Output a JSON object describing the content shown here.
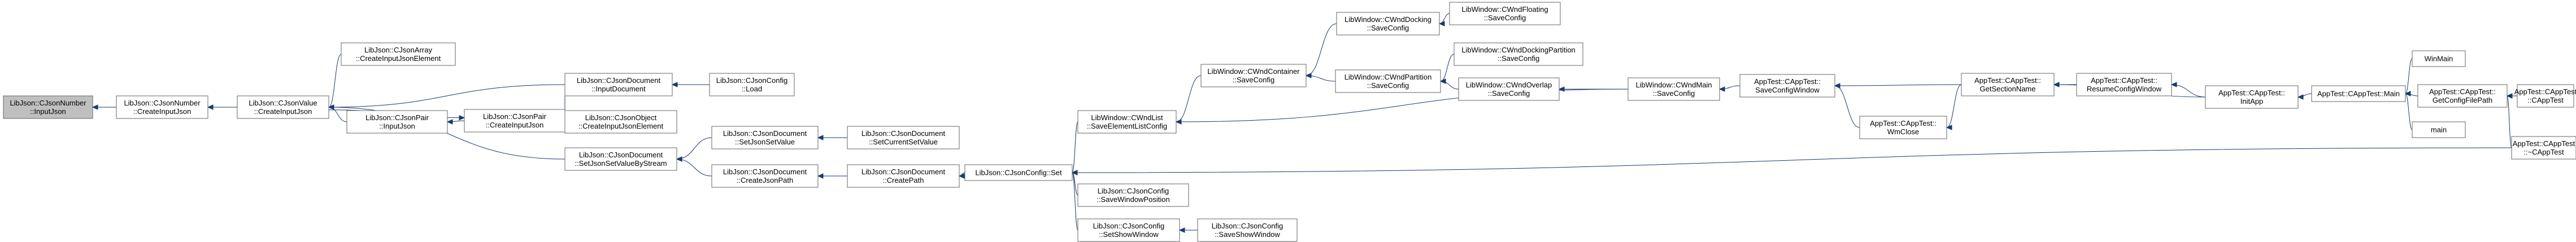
{
  "nodes": [
    {
      "id": "n1",
      "lines": [
        "LibJson::CJsonNumber",
        "::InputJson"
      ],
      "root": true
    },
    {
      "id": "n2",
      "lines": [
        "LibJson::CJsonNumber",
        "::CreateInputJson"
      ]
    },
    {
      "id": "n3",
      "lines": [
        "LibJson::CJsonValue",
        "::CreateInputJson"
      ]
    },
    {
      "id": "n4",
      "lines": [
        "LibJson::CJsonArray",
        "::CreateInputJsonElement"
      ]
    },
    {
      "id": "n5",
      "lines": [
        "LibJson::CJsonDocument",
        "::InputDocument"
      ]
    },
    {
      "id": "n6",
      "lines": [
        "LibJson::CJsonConfig",
        "::Load"
      ]
    },
    {
      "id": "n7",
      "lines": [
        "LibJson::CJsonPair",
        "::InputJson"
      ]
    },
    {
      "id": "n8",
      "lines": [
        "LibJson::CJsonPair",
        "::CreateInputJson"
      ]
    },
    {
      "id": "n9",
      "lines": [
        "LibJson::CJsonObject",
        "::CreateInputJsonElement"
      ]
    },
    {
      "id": "n10",
      "lines": [
        "LibJson::CJsonDocument",
        "::SetJsonSetValueByStream"
      ]
    },
    {
      "id": "n11",
      "lines": [
        "LibJson::CJsonDocument",
        "::SetJsonSetValue"
      ]
    },
    {
      "id": "n12",
      "lines": [
        "LibJson::CJsonDocument",
        "::SetCurrentSetValue"
      ]
    },
    {
      "id": "n13",
      "lines": [
        "LibJson::CJsonDocument",
        "::CreateJsonPath"
      ]
    },
    {
      "id": "n14",
      "lines": [
        "LibJson::CJsonDocument",
        "::CreatePath"
      ]
    },
    {
      "id": "n15",
      "lines": [
        "LibJson::CJsonConfig::Set"
      ]
    },
    {
      "id": "n16",
      "lines": [
        "LibWindow::CWndList",
        "::SaveElementListConfig"
      ]
    },
    {
      "id": "n17",
      "lines": [
        "LibJson::CJsonConfig",
        "::SaveWindowPosition"
      ]
    },
    {
      "id": "n18",
      "lines": [
        "LibJson::CJsonConfig",
        "::SetShowWindow"
      ]
    },
    {
      "id": "n19",
      "lines": [
        "LibJson::CJsonConfig",
        "::SaveShowWindow"
      ]
    },
    {
      "id": "n20",
      "lines": [
        "LibWindow::CWndContainer",
        "::SaveConfig"
      ]
    },
    {
      "id": "n21",
      "lines": [
        "LibWindow::CWndDocking",
        "::SaveConfig"
      ]
    },
    {
      "id": "n22",
      "lines": [
        "LibWindow::CWndFloating",
        "::SaveConfig"
      ]
    },
    {
      "id": "n23",
      "lines": [
        "LibWindow::CWndPartition",
        "::SaveConfig"
      ]
    },
    {
      "id": "n24",
      "lines": [
        "LibWindow::CWndDockingPartition",
        "::SaveConfig"
      ]
    },
    {
      "id": "n25",
      "lines": [
        "LibWindow::CWndOverlap",
        "::SaveConfig"
      ]
    },
    {
      "id": "n26",
      "lines": [
        "LibWindow::CWndMain",
        "::SaveConfig"
      ]
    },
    {
      "id": "n27",
      "lines": [
        "AppTest::CAppTest::",
        "SaveConfigWindow"
      ]
    },
    {
      "id": "n28",
      "lines": [
        "AppTest::CAppTest::",
        "WmClose"
      ]
    },
    {
      "id": "n29",
      "lines": [
        "AppTest::CAppTest::",
        "GetSectionName"
      ]
    },
    {
      "id": "n30",
      "lines": [
        "AppTest::CAppTest::",
        "ResumeConfigWindow"
      ]
    },
    {
      "id": "n31",
      "lines": [
        "AppTest::CAppTest::",
        "InitApp"
      ]
    },
    {
      "id": "n32",
      "lines": [
        "AppTest::CAppTest::Main"
      ]
    },
    {
      "id": "n33",
      "lines": [
        "WinMain"
      ]
    },
    {
      "id": "n34",
      "lines": [
        "AppTest::CAppTest::",
        "GetConfigFilePath"
      ]
    },
    {
      "id": "n35",
      "lines": [
        "main"
      ]
    },
    {
      "id": "n36",
      "lines": [
        "AppTest::CAppTest",
        "::CAppTest"
      ]
    },
    {
      "id": "n37",
      "lines": [
        "AppTest::CAppTest",
        "::~CAppTest"
      ]
    }
  ],
  "edges": [
    [
      "n1",
      "n2"
    ],
    [
      "n2",
      "n3"
    ],
    [
      "n3",
      "n4"
    ],
    [
      "n3",
      "n5"
    ],
    [
      "n3",
      "n7"
    ],
    [
      "n3",
      "n10"
    ],
    [
      "n5",
      "n6"
    ],
    [
      "n7",
      "n8"
    ],
    [
      "n8",
      "n5"
    ],
    [
      "n8",
      "n9"
    ],
    [
      "n8",
      "n3"
    ],
    [
      "n10",
      "n11"
    ],
    [
      "n10",
      "n13"
    ],
    [
      "n11",
      "n12"
    ],
    [
      "n13",
      "n14"
    ],
    [
      "n14",
      "n15"
    ],
    [
      "n15",
      "n16"
    ],
    [
      "n15",
      "n17"
    ],
    [
      "n15",
      "n18"
    ],
    [
      "n15",
      "n37"
    ],
    [
      "n18",
      "n19"
    ],
    [
      "n16",
      "n20"
    ],
    [
      "n16",
      "n26"
    ],
    [
      "n20",
      "n21"
    ],
    [
      "n20",
      "n23"
    ],
    [
      "n21",
      "n22"
    ],
    [
      "n23",
      "n24"
    ],
    [
      "n23",
      "n25"
    ],
    [
      "n25",
      "n26"
    ],
    [
      "n26",
      "n27"
    ],
    [
      "n27",
      "n28"
    ],
    [
      "n27",
      "n29"
    ],
    [
      "n28",
      "n29"
    ],
    [
      "n29",
      "n30"
    ],
    [
      "n29",
      "n31"
    ],
    [
      "n30",
      "n31"
    ],
    [
      "n31",
      "n32"
    ],
    [
      "n32",
      "n33"
    ],
    [
      "n32",
      "n34"
    ],
    [
      "n32",
      "n35"
    ],
    [
      "n34",
      "n36"
    ],
    [
      "n34",
      "n37"
    ]
  ]
}
